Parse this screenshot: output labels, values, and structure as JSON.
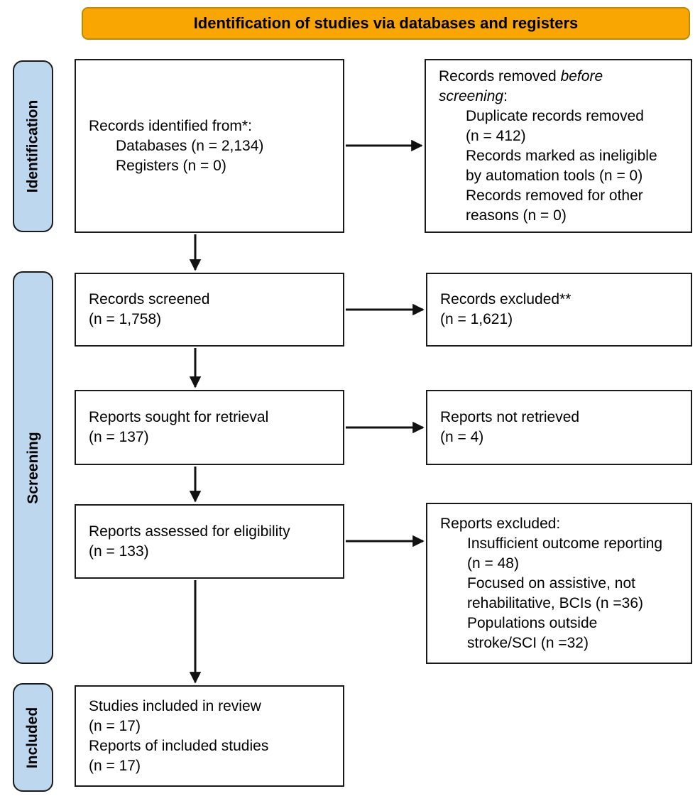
{
  "banner": {
    "label": "Identification of studies via databases and registers"
  },
  "stages": {
    "identification": "Identification",
    "screening": "Screening",
    "included": "Included"
  },
  "colors": {
    "banner_fill": "#F9A602",
    "banner_border": "#BD8A00",
    "stage_fill": "#BDD7EE",
    "stage_border": "#1A1A1A",
    "box_border": "#1A1A1A",
    "arrow": "#111111"
  },
  "boxes": {
    "records_identified": {
      "lines": [
        {
          "segments": [
            {
              "t": "Records identified from*:"
            }
          ]
        },
        {
          "indent": true,
          "segments": [
            {
              "t": "Databases (n = 2,134)"
            }
          ]
        },
        {
          "indent": true,
          "segments": [
            {
              "t": "Registers (n = 0)"
            }
          ]
        }
      ]
    },
    "records_removed": {
      "lines": [
        {
          "segments": [
            {
              "t": "Records removed "
            },
            {
              "t": "before",
              "i": true
            }
          ]
        },
        {
          "segments": [
            {
              "t": "screening",
              "i": true
            },
            {
              "t": ":"
            }
          ]
        },
        {
          "indent": true,
          "segments": [
            {
              "t": "Duplicate records removed"
            }
          ]
        },
        {
          "indent": true,
          "segments": [
            {
              "t": "(n = 412)"
            }
          ]
        },
        {
          "indent": true,
          "segments": [
            {
              "t": "Records marked as ineligible"
            }
          ]
        },
        {
          "indent": true,
          "segments": [
            {
              "t": "by automation tools (n = 0)"
            }
          ]
        },
        {
          "indent": true,
          "segments": [
            {
              "t": "Records removed for other"
            }
          ]
        },
        {
          "indent": true,
          "segments": [
            {
              "t": "reasons (n = 0)"
            }
          ]
        }
      ]
    },
    "records_screened": {
      "lines": [
        {
          "segments": [
            {
              "t": "Records screened"
            }
          ]
        },
        {
          "segments": [
            {
              "t": "(n = 1,758)"
            }
          ]
        }
      ]
    },
    "records_excluded": {
      "lines": [
        {
          "segments": [
            {
              "t": "Records excluded**"
            }
          ]
        },
        {
          "segments": [
            {
              "t": "(n = 1,621)"
            }
          ]
        }
      ]
    },
    "reports_sought": {
      "lines": [
        {
          "segments": [
            {
              "t": "Reports sought for retrieval"
            }
          ]
        },
        {
          "segments": [
            {
              "t": "(n = 137)"
            }
          ]
        }
      ]
    },
    "reports_not_retrieved": {
      "lines": [
        {
          "segments": [
            {
              "t": "Reports not retrieved"
            }
          ]
        },
        {
          "segments": [
            {
              "t": "(n = 4)"
            }
          ]
        }
      ]
    },
    "reports_assessed": {
      "lines": [
        {
          "segments": [
            {
              "t": "Reports assessed for eligibility"
            }
          ]
        },
        {
          "segments": [
            {
              "t": "(n = 133)"
            }
          ]
        }
      ]
    },
    "reports_excluded": {
      "lines": [
        {
          "segments": [
            {
              "t": "Reports excluded:"
            }
          ]
        },
        {
          "indent": true,
          "segments": [
            {
              "t": "Insufficient outcome reporting"
            }
          ]
        },
        {
          "indent": true,
          "segments": [
            {
              "t": "(n = 48)"
            }
          ]
        },
        {
          "indent": true,
          "segments": [
            {
              "t": "Focused on assistive, not"
            }
          ]
        },
        {
          "indent": true,
          "segments": [
            {
              "t": "rehabilitative, BCIs (n =36)"
            }
          ]
        },
        {
          "indent": true,
          "segments": [
            {
              "t": "Populations outside"
            }
          ]
        },
        {
          "indent": true,
          "segments": [
            {
              "t": "stroke/SCI (n =32)"
            }
          ]
        }
      ]
    },
    "studies_included": {
      "lines": [
        {
          "segments": [
            {
              "t": "Studies included in review"
            }
          ]
        },
        {
          "segments": [
            {
              "t": "(n = 17)"
            }
          ]
        },
        {
          "segments": [
            {
              "t": "Reports of included studies"
            }
          ]
        },
        {
          "segments": [
            {
              "t": "(n = 17)"
            }
          ]
        }
      ]
    }
  }
}
